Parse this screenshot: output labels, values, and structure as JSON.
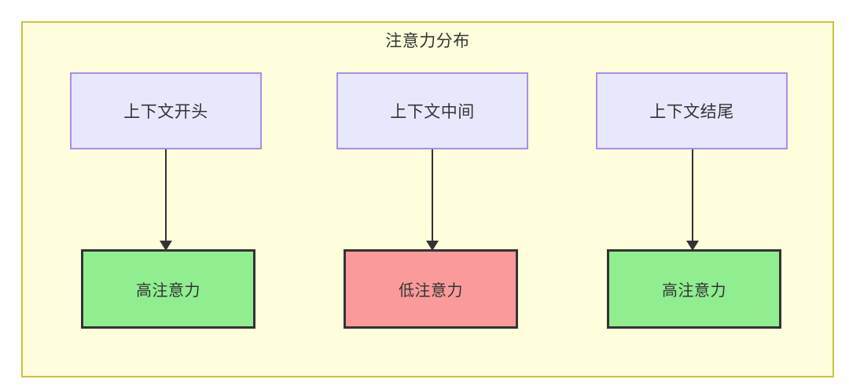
{
  "diagram": {
    "title": "注意力分布",
    "background_color": "#ffffdd",
    "frame_border_color": "#c6c63c",
    "text_color": "#333333",
    "context_nodes": [
      {
        "id": "ctx-start",
        "label": "上下文开头",
        "fill": "#e8e8fd",
        "stroke": "#a98fe8"
      },
      {
        "id": "ctx-middle",
        "label": "上下文中间",
        "fill": "#e8e8fd",
        "stroke": "#a98fe8"
      },
      {
        "id": "ctx-end",
        "label": "上下文结尾",
        "fill": "#e8e8fd",
        "stroke": "#a98fe8"
      }
    ],
    "attention_nodes": [
      {
        "id": "att-high-start",
        "label": "高注意力",
        "fill": "#90ee90",
        "stroke": "#333333",
        "level": "high"
      },
      {
        "id": "att-low-middle",
        "label": "低注意力",
        "fill": "#fa9a9a",
        "stroke": "#333333",
        "level": "low"
      },
      {
        "id": "att-high-end",
        "label": "高注意力",
        "fill": "#90ee90",
        "stroke": "#333333",
        "level": "high"
      }
    ],
    "edges": [
      {
        "from": "ctx-start",
        "to": "att-high-start",
        "label": "",
        "arrow": "arrow-down-icon"
      },
      {
        "from": "ctx-middle",
        "to": "att-low-middle",
        "label": "",
        "arrow": "arrow-down-icon"
      },
      {
        "from": "ctx-end",
        "to": "att-high-end",
        "label": "",
        "arrow": "arrow-down-icon"
      }
    ]
  }
}
